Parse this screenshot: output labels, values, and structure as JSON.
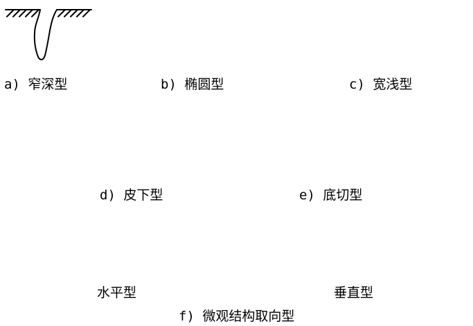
{
  "captions": {
    "a": "a) 窄深型",
    "b": "b) 椭圆型",
    "c": "c) 宽浅型",
    "d": "d) 皮下型",
    "e": "e) 底切型",
    "f_horizontal": "水平型",
    "f_vertical": "垂直型",
    "f": "f) 微观结构取向型"
  }
}
